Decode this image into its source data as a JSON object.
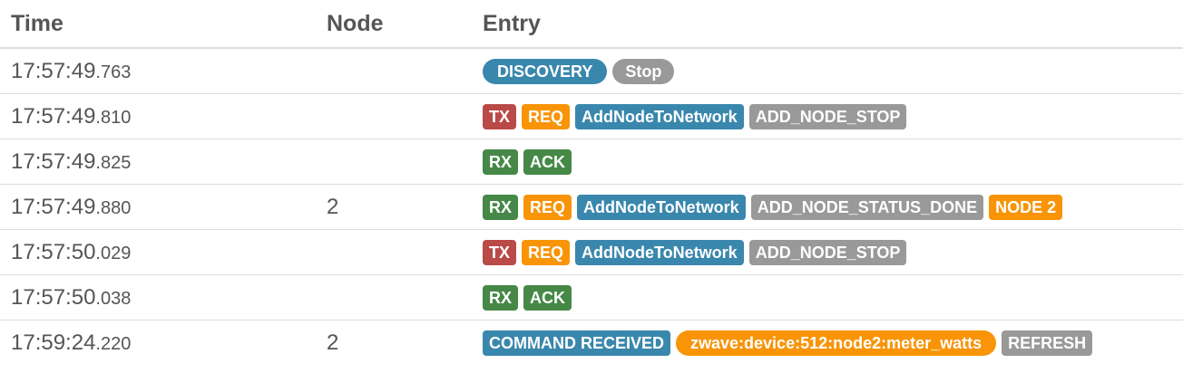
{
  "colors": {
    "blue": "#3a87ad",
    "gray": "#999999",
    "red": "#b94a48",
    "orange": "#f89406",
    "green": "#468847"
  },
  "header": {
    "time": "Time",
    "node": "Node",
    "entry": "Entry"
  },
  "rows": [
    {
      "time": "17:57:49",
      "ms": ".763",
      "node": "",
      "badges": [
        {
          "text": "DISCOVERY",
          "color": "blue",
          "shape": "pill"
        },
        {
          "text": "Stop",
          "color": "gray",
          "shape": "pill-sm"
        }
      ]
    },
    {
      "time": "17:57:49",
      "ms": ".810",
      "node": "",
      "badges": [
        {
          "text": "TX",
          "color": "red"
        },
        {
          "text": "REQ",
          "color": "orange"
        },
        {
          "text": "AddNodeToNetwork",
          "color": "blue"
        },
        {
          "text": "ADD_NODE_STOP",
          "color": "gray"
        }
      ]
    },
    {
      "time": "17:57:49",
      "ms": ".825",
      "node": "",
      "badges": [
        {
          "text": "RX",
          "color": "green"
        },
        {
          "text": "ACK",
          "color": "green"
        }
      ]
    },
    {
      "time": "17:57:49",
      "ms": ".880",
      "node": "2",
      "badges": [
        {
          "text": "RX",
          "color": "green"
        },
        {
          "text": "REQ",
          "color": "orange"
        },
        {
          "text": "AddNodeToNetwork",
          "color": "blue"
        },
        {
          "text": "ADD_NODE_STATUS_DONE",
          "color": "gray"
        },
        {
          "text": "NODE 2",
          "color": "orange"
        }
      ]
    },
    {
      "time": "17:57:50",
      "ms": ".029",
      "node": "",
      "badges": [
        {
          "text": "TX",
          "color": "red"
        },
        {
          "text": "REQ",
          "color": "orange"
        },
        {
          "text": "AddNodeToNetwork",
          "color": "blue"
        },
        {
          "text": "ADD_NODE_STOP",
          "color": "gray"
        }
      ]
    },
    {
      "time": "17:57:50",
      "ms": ".038",
      "node": "",
      "badges": [
        {
          "text": "RX",
          "color": "green"
        },
        {
          "text": "ACK",
          "color": "green"
        }
      ]
    },
    {
      "time": "17:59:24",
      "ms": ".220",
      "node": "2",
      "badges": [
        {
          "text": "COMMAND RECEIVED",
          "color": "blue"
        },
        {
          "text": "zwave:device:512:node2:meter_watts",
          "color": "orange",
          "shape": "pill"
        },
        {
          "text": "REFRESH",
          "color": "gray"
        }
      ]
    }
  ]
}
